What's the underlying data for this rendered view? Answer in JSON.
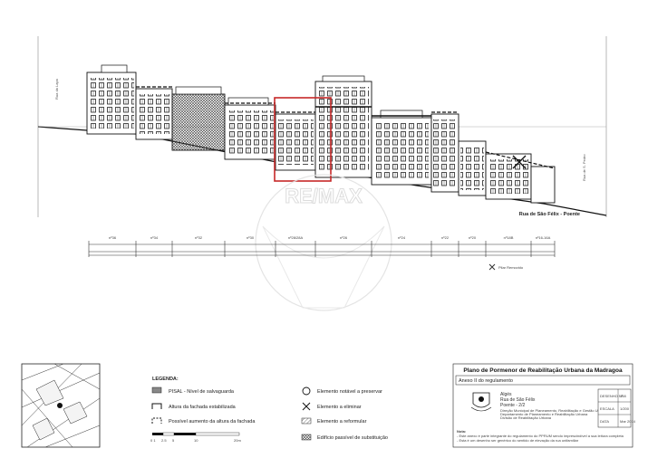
{
  "drawing": {
    "left_street_label": "Rua da Lapa",
    "right_street_label": "Rua de S. Pedro",
    "street_label": "Rua de São Félix - Poente",
    "pillar_note": "Pilar Removido",
    "watermark": "RE/MAX",
    "house_numbers": [
      "nº36",
      "nº34",
      "nº32",
      "nº30",
      "nº28/28A",
      "nº26",
      "nº24",
      "nº22",
      "nº20",
      "nº18B",
      "nº16-16A"
    ]
  },
  "legend": {
    "title": "LEGENDA:",
    "items": [
      {
        "label": "PISAL - Nível de salvaguarda",
        "icon": "gray-box-icon"
      },
      {
        "label": "Altura da fachada estabilizada",
        "icon": "solid-bracket-icon"
      },
      {
        "label": "Possível aumento da altura da fachada",
        "icon": "dashed-bracket-icon"
      },
      {
        "label": "Elemento notável a preservar",
        "icon": "circle-icon"
      },
      {
        "label": "Elemento a eliminar",
        "icon": "cross-icon"
      },
      {
        "label": "Elemento a reformular",
        "icon": "hatched-box-icon"
      },
      {
        "label": "Edifício passível de substituição",
        "icon": "crosshatch-box-icon"
      }
    ],
    "scale_ticks": [
      "0 1",
      "2.5",
      "5",
      "10",
      "20m"
    ]
  },
  "title_block": {
    "plan_title": "Plano de Pormenor de Reabilitação Urbana da Madragoa",
    "annex": "Anexo II do regulamento",
    "municipality": "Algés",
    "street": "Rua de São Félix",
    "side": "Poente - 2/2",
    "departments": [
      "Direção Municipal de Planeamento, Reabilitação e Gestão Urbanística",
      "Departamento de Planeamento e Reabilitação Urbana",
      "Divisão de Reabilitação Urbana"
    ],
    "fields": [
      {
        "label": "DESENHO Nº",
        "value": "158"
      },
      {
        "label": "ESCALA",
        "value": "1/200"
      },
      {
        "label": "DATA",
        "value": "Mar 2014"
      }
    ],
    "notes_title": "Nota:",
    "notes": [
      "- Este anexo é parte integrante do regulamento do PPRUM sendo imprescindível a sua leitura completa",
      "- Esta é um desenho ser genérico do sentido de elevação da rua unifamiliar"
    ]
  }
}
